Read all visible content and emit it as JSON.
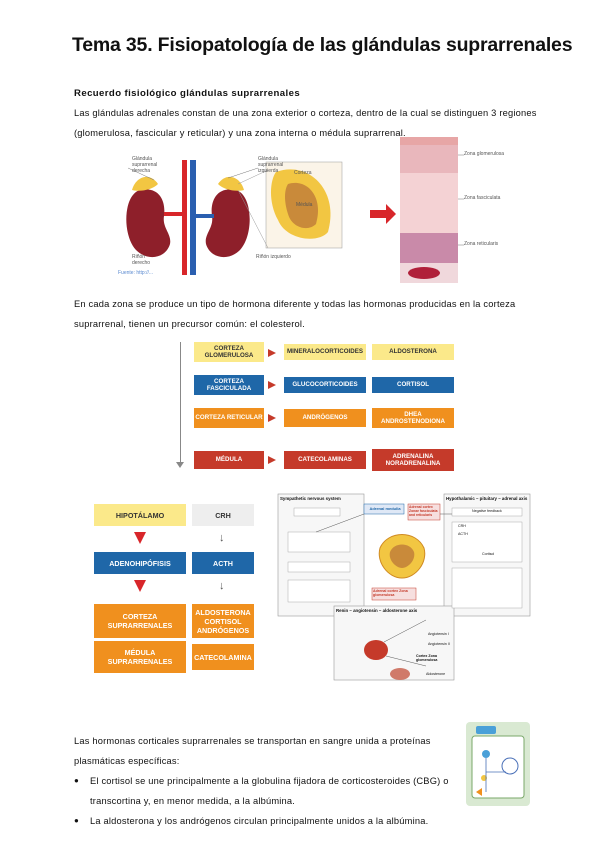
{
  "title": "Tema 35. Fisiopatología de las glándulas suprarrenales",
  "subheading": "Recuerdo fisiológico glándulas suprarrenales",
  "paragraph1": "Las glándulas adrenales constan de una zona exterior o corteza, dentro de la cual se distinguen 3 regiones (glomerulosa, fascicular y reticular) y una zona interna o médula suprarrenal.",
  "paragraph2": "En cada zona se produce un tipo de hormona diferente y todas las hormonas producidas en la corteza suprarrenal, tienen un precursor común: el colesterol.",
  "paragraph3": "Las hormonas corticales suprarrenales se transportan en sangre unida a proteínas plasmáticas específicas:",
  "bullets": [
    "El cortisol se une principalmente a la globulina fijadora de corticosteroides (CBG) o transcortina y, en menor medida, a la albúmina.",
    "La aldosterona y los andrógenos circulan principalmente unidos a la albúmina."
  ],
  "anatomy_figure": {
    "labels": {
      "gland_right": "Glándula suprarrenal derecha",
      "gland_left": "Glándula suprarrenal izquierda",
      "kidney_right": "Riñón derecho",
      "kidney_left": "Riñón izquierdo",
      "cortex": "Corteza",
      "medulla": "Médula"
    },
    "zones": [
      "Zona glomerulosa",
      "Zona fasciculata",
      "Zona reticularis"
    ],
    "source": "Fuente: http://..."
  },
  "zones_table": {
    "rows": [
      {
        "zone": "CORTEZA GLOMERULOSA",
        "hormone_class": "MINERALOCORTICOIDES",
        "hormone": "ALDOSTERONA",
        "color": "#fbe98a"
      },
      {
        "zone": "CORTEZA FASCICULADA",
        "hormone_class": "GLUCOCORTICOIDES",
        "hormone": "CORTISOL",
        "color": "#1f67a8"
      },
      {
        "zone": "CORTEZA RETICULAR",
        "hormone_class": "ANDRÓGENOS",
        "hormone": "DHEA ANDROSTENODIONA",
        "color": "#f0901e"
      },
      {
        "zone": "MÉDULA",
        "hormone_class": "CATECOLAMINAS",
        "hormone": "ADRENALINA NORADRENALINA",
        "color": "#c53a2a"
      }
    ]
  },
  "axis_flow": {
    "left": [
      "HIPOTÁLAMO",
      "ADENOHIPÓFISIS",
      "CORTEZA SUPRARRENALES",
      "MÉDULA SUPRARRENALES"
    ],
    "right": [
      "CRH",
      "ACTH",
      "ALDOSTERONA CORTISOL ANDRÓGENOS",
      "CATECOLAMINA"
    ]
  },
  "regulation_diagram": {
    "panels": [
      "Sympathetic nervous system",
      "Hypothalamic – pituitary – adrenal axis",
      "Renin – angiotensin – aldosterone axis"
    ],
    "labels": [
      "Adrenal medulla",
      "Adrenal cortex Zonae fasciculata and reticularis",
      "Adrenal cortex Zona glomerulosa",
      "Angiotensin I",
      "Angiotensin II",
      "Cortex Zona glomerulosa",
      "Aldosterone",
      "Cortisol",
      "ACTH",
      "CRH",
      "Negative feedback"
    ]
  }
}
